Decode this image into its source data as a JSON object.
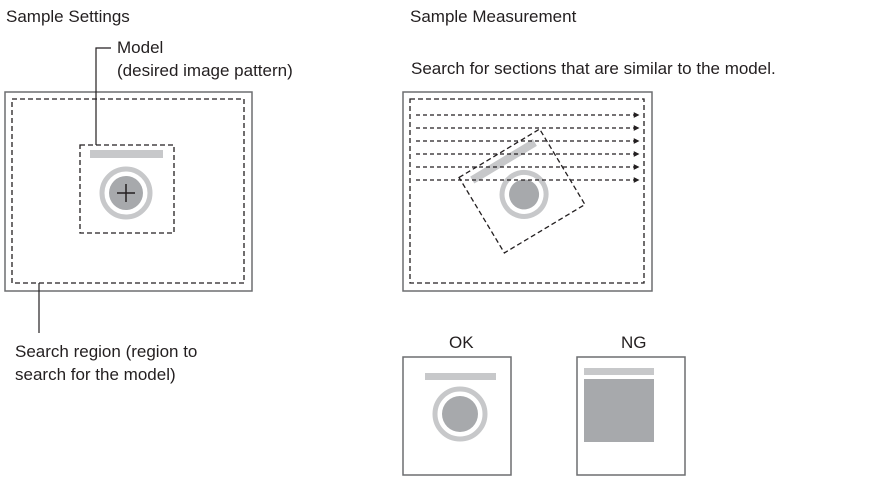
{
  "left_panel": {
    "title": "Sample Settings",
    "model_label_line1": "Model",
    "model_label_line2": "(desired image pattern)",
    "search_region_line1": "Search region (region to",
    "search_region_line2": "search for the model)"
  },
  "right_panel": {
    "title": "Sample Measurement",
    "description": "Search for sections that are similar to the model.",
    "ok_label": "OK",
    "ng_label": "NG"
  },
  "colors": {
    "outline": "#6d6e71",
    "dash": "#231f20",
    "pattern_gray": "#c7c8ca",
    "fill_gray": "#a7a9ac",
    "ring_light": "#c7c8ca",
    "arrow": "#231f20"
  }
}
